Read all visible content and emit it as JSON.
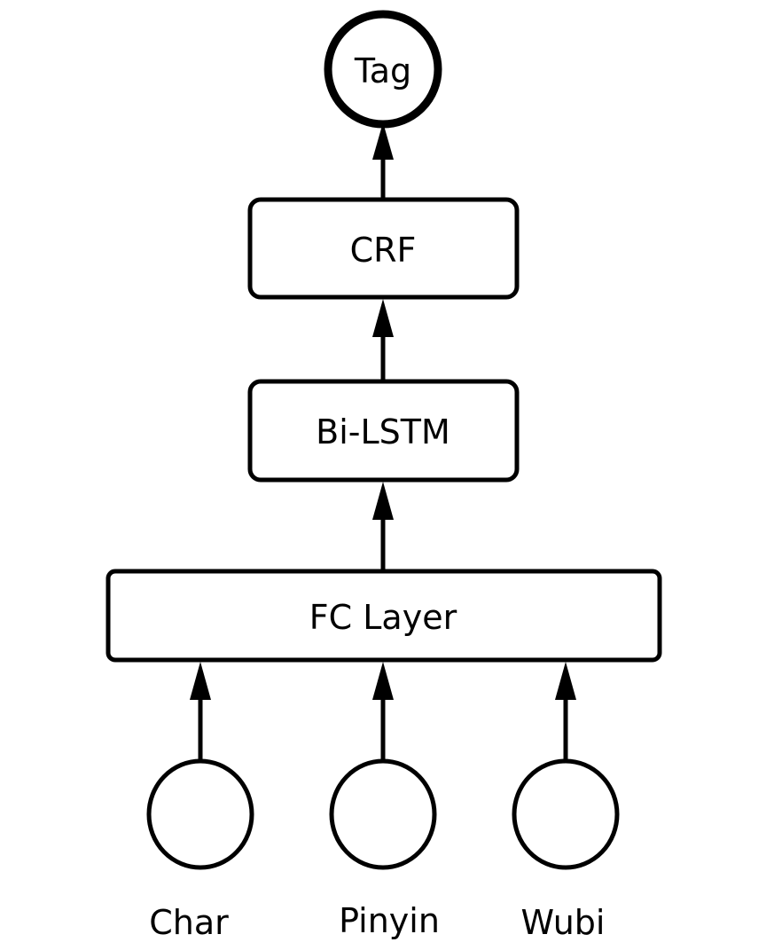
{
  "diagram": {
    "output": {
      "label": "Tag"
    },
    "crf": {
      "label": "CRF"
    },
    "bilstm": {
      "label": "Bi-LSTM"
    },
    "fc": {
      "label": "FC Layer"
    },
    "inputs": [
      {
        "label": "Char"
      },
      {
        "label": "Pinyin"
      },
      {
        "label": "Wubi"
      }
    ]
  },
  "colors": {
    "stroke": "#000000",
    "fill": "#ffffff"
  }
}
